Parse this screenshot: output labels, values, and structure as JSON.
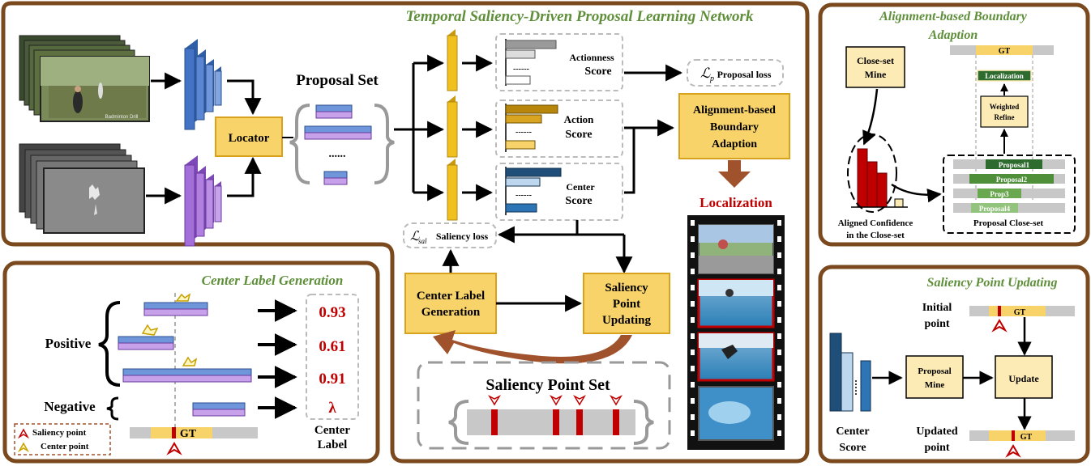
{
  "main_panel": {
    "title": "Temporal Saliency-Driven Proposal Learning Network",
    "locator_label": "Locator",
    "proposal_set_label": "Proposal Set",
    "proposal_set_dots": "......",
    "video_caption": "Badminton Drill",
    "heads": [
      {
        "line1": "Actionness",
        "line2": "Score"
      },
      {
        "line1": "Action",
        "line2": "Score"
      },
      {
        "line1": "Center",
        "line2": "Score"
      }
    ],
    "head_dots": "------",
    "proposal_loss_symbol": "ℒ",
    "proposal_loss_sub": "p",
    "proposal_loss_label": "Proposal loss",
    "saliency_loss_symbol": "ℒ",
    "saliency_loss_sub": "sal",
    "saliency_loss_label": "Saliency loss",
    "aba_box": [
      "Alignment-based",
      "Boundary",
      "Adaption"
    ],
    "localization_label": "Localization",
    "clg_box": [
      "Center Label",
      "Generation"
    ],
    "spu_box": [
      "Saliency",
      "Point",
      "Updating"
    ],
    "saliency_point_set_label": "Saliency Point Set"
  },
  "center_label_panel": {
    "title": "Center Label Generation",
    "positive_label": "Positive",
    "negative_label": "Negative",
    "scores": [
      "0.93",
      "0.61",
      "0.91",
      "λ"
    ],
    "gt_label": "GT",
    "center_label_caption": [
      "Center",
      "Label"
    ],
    "legend": [
      "Saliency point",
      "Center point"
    ]
  },
  "aba_panel": {
    "title": [
      "Alignment-based Boundary",
      "Adaption"
    ],
    "close_set_mine": [
      "Close-set",
      "Mine"
    ],
    "gt_label": "GT",
    "localization": "Localization",
    "weighted_refine": [
      "Weighted",
      "Refine"
    ],
    "proposals": [
      "Proposal1",
      "Proposal2",
      "Prop3",
      "Proposal4"
    ],
    "aligned_confidence": [
      "Aligned Confidence",
      "in the Close-set"
    ],
    "proposal_close_set": "Proposal Close-set"
  },
  "spu_panel": {
    "title": "Saliency Point Updating",
    "initial_point": [
      "Initial",
      "point"
    ],
    "gt_label": "GT",
    "proposal_mine": [
      "Proposal",
      "Mine"
    ],
    "update_label": "Update",
    "center_score": [
      "Center",
      "Score"
    ],
    "updated_point": [
      "Updated",
      "point"
    ]
  },
  "colors": {
    "panel_border": "#7a4a1e",
    "title_green": "#5f8f3a",
    "box_fill": "#f8d36a",
    "box_stroke": "#d9a21d",
    "score_red": "#c00000",
    "blue_net": "#4472c4",
    "purple_net": "#a46ed9",
    "gold_head": "#f0c020",
    "localization_red": "#c00000"
  }
}
